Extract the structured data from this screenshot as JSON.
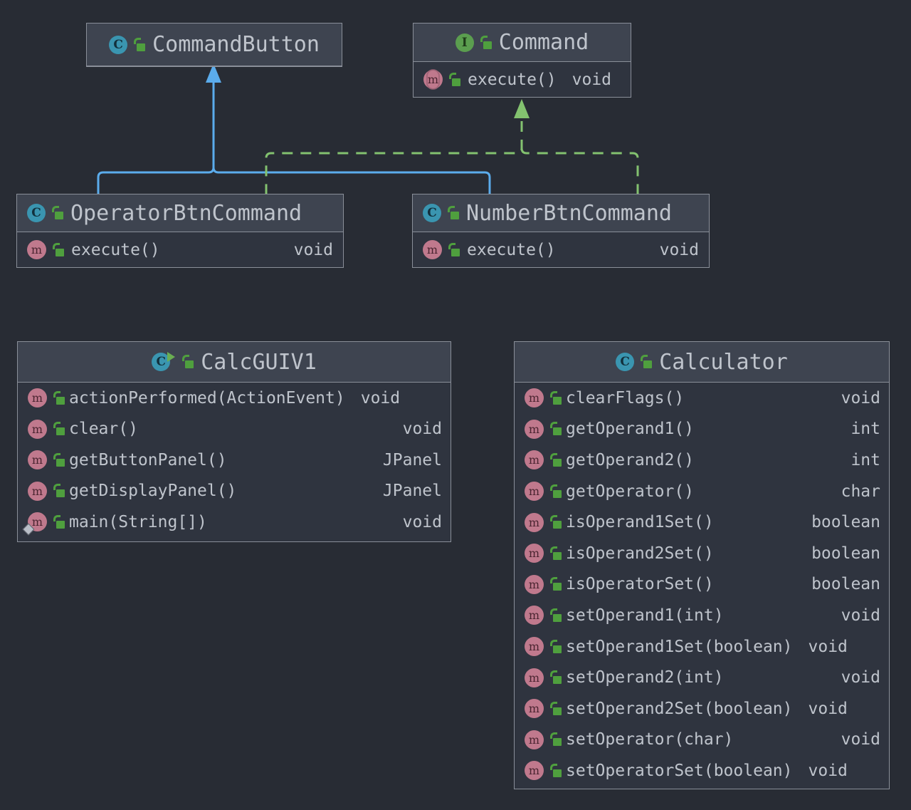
{
  "diagram": {
    "kind": "uml-class-diagram",
    "background_color": "#282c34",
    "box_header_color": "#3e4450",
    "box_body_color": "#2f343f",
    "box_border_color": "#8a8f99",
    "text_color": "#bfc4cc",
    "generalization_color": "#5bacec",
    "realization_color": "#83c26f"
  },
  "classes": {
    "command_button": {
      "name": "CommandButton",
      "stereotype_icon": "class-icon",
      "visibility_icon": "public-unlock-icon",
      "members": []
    },
    "command": {
      "name": "Command",
      "stereotype_icon": "interface-icon",
      "visibility_icon": "public-unlock-icon",
      "members": [
        {
          "icon": "abstract-method-icon",
          "visibility_icon": "public-unlock-icon",
          "name": "execute()",
          "type": "void",
          "inline_type": true
        }
      ]
    },
    "operator_btn_command": {
      "name": "OperatorBtnCommand",
      "stereotype_icon": "class-icon",
      "visibility_icon": "public-unlock-icon",
      "members": [
        {
          "icon": "method-icon",
          "visibility_icon": "public-unlock-icon",
          "name": "execute()",
          "type": "void"
        }
      ]
    },
    "number_btn_command": {
      "name": "NumberBtnCommand",
      "stereotype_icon": "class-icon",
      "visibility_icon": "public-unlock-icon",
      "members": [
        {
          "icon": "method-icon",
          "visibility_icon": "public-unlock-icon",
          "name": "execute()",
          "type": "void"
        }
      ]
    },
    "calc_gui_v1": {
      "name": "CalcGUIV1",
      "stereotype_icon": "runnable-class-icon",
      "visibility_icon": "public-unlock-icon",
      "members": [
        {
          "icon": "method-icon",
          "visibility_icon": "public-unlock-icon",
          "name": "actionPerformed(ActionEvent)",
          "type": "void",
          "inline_type": true
        },
        {
          "icon": "method-icon",
          "visibility_icon": "public-unlock-icon",
          "name": "clear()",
          "type": "void"
        },
        {
          "icon": "method-icon",
          "visibility_icon": "public-unlock-icon",
          "name": "getButtonPanel()",
          "type": "JPanel"
        },
        {
          "icon": "method-icon",
          "visibility_icon": "public-unlock-icon",
          "name": "getDisplayPanel()",
          "type": "JPanel"
        },
        {
          "icon": "static-method-icon",
          "visibility_icon": "public-unlock-icon",
          "name": "main(String[])",
          "type": "void"
        }
      ]
    },
    "calculator": {
      "name": "Calculator",
      "stereotype_icon": "class-icon",
      "visibility_icon": "public-unlock-icon",
      "members": [
        {
          "icon": "method-icon",
          "visibility_icon": "public-unlock-icon",
          "name": "clearFlags()",
          "type": "void"
        },
        {
          "icon": "method-icon",
          "visibility_icon": "public-unlock-icon",
          "name": "getOperand1()",
          "type": "int"
        },
        {
          "icon": "method-icon",
          "visibility_icon": "public-unlock-icon",
          "name": "getOperand2()",
          "type": "int"
        },
        {
          "icon": "method-icon",
          "visibility_icon": "public-unlock-icon",
          "name": "getOperator()",
          "type": "char"
        },
        {
          "icon": "method-icon",
          "visibility_icon": "public-unlock-icon",
          "name": "isOperand1Set()",
          "type": "boolean"
        },
        {
          "icon": "method-icon",
          "visibility_icon": "public-unlock-icon",
          "name": "isOperand2Set()",
          "type": "boolean"
        },
        {
          "icon": "method-icon",
          "visibility_icon": "public-unlock-icon",
          "name": "isOperatorSet()",
          "type": "boolean"
        },
        {
          "icon": "method-icon",
          "visibility_icon": "public-unlock-icon",
          "name": "setOperand1(int)",
          "type": "void"
        },
        {
          "icon": "method-icon",
          "visibility_icon": "public-unlock-icon",
          "name": "setOperand1Set(boolean)",
          "type": "void",
          "inline_type": true
        },
        {
          "icon": "method-icon",
          "visibility_icon": "public-unlock-icon",
          "name": "setOperand2(int)",
          "type": "void"
        },
        {
          "icon": "method-icon",
          "visibility_icon": "public-unlock-icon",
          "name": "setOperand2Set(boolean)",
          "type": "void",
          "inline_type": true
        },
        {
          "icon": "method-icon",
          "visibility_icon": "public-unlock-icon",
          "name": "setOperator(char)",
          "type": "void"
        },
        {
          "icon": "method-icon",
          "visibility_icon": "public-unlock-icon",
          "name": "setOperatorSet(boolean)",
          "type": "void",
          "inline_type": true
        }
      ]
    }
  },
  "relationships": [
    {
      "name": "generalization-operator-to-commandbutton",
      "kind": "generalization",
      "style": "solid",
      "from": "OperatorBtnCommand",
      "to": "CommandButton"
    },
    {
      "name": "generalization-number-to-commandbutton",
      "kind": "generalization",
      "style": "solid",
      "from": "NumberBtnCommand",
      "to": "CommandButton"
    },
    {
      "name": "realization-operator-to-command",
      "kind": "realization",
      "style": "dashed",
      "from": "OperatorBtnCommand",
      "to": "Command"
    },
    {
      "name": "realization-number-to-command",
      "kind": "realization",
      "style": "dashed",
      "from": "NumberBtnCommand",
      "to": "Command"
    }
  ]
}
